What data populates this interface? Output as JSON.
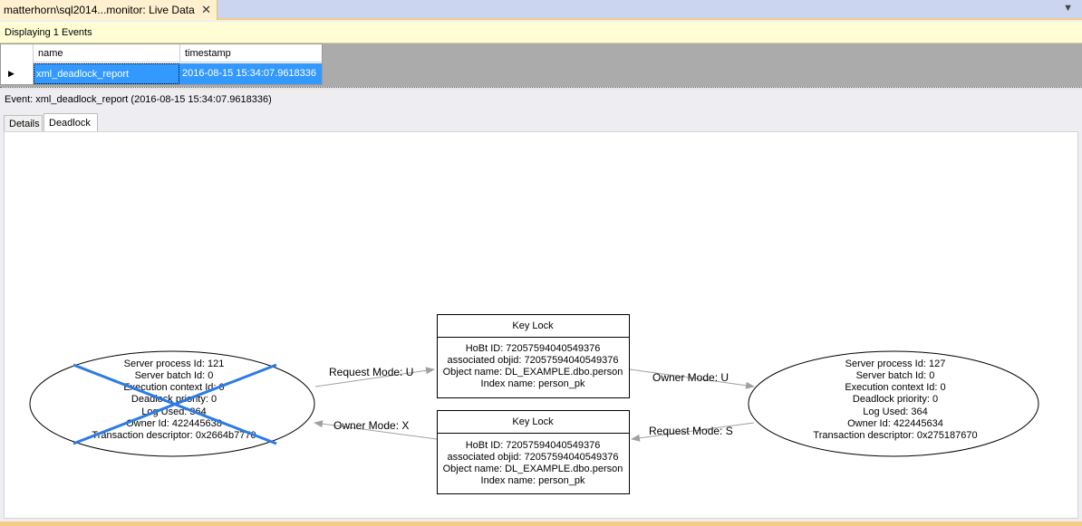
{
  "document_tab": {
    "title": "matterhorn\\sql2014...monitor: Live Data",
    "close": "✕"
  },
  "status": {
    "text": "Displaying 1 Events"
  },
  "grid": {
    "headers": [
      "name",
      "timestamp"
    ],
    "rows": [
      {
        "name": "xml_deadlock_report",
        "timestamp": "2016-08-15 15:34:07.9618336"
      }
    ]
  },
  "event_label": "Event: xml_deadlock_report (2016-08-15 15:34:07.9618336)",
  "tabs": [
    {
      "label": "Details"
    },
    {
      "label": "Deadlock"
    }
  ],
  "deadlock": {
    "victim_process": {
      "lines": [
        "Server process Id: 121",
        "Server batch Id: 0",
        "Execution context Id: 0",
        "Deadlock priority: 0",
        "Log Used: 364",
        "Owner Id: 422445638",
        "Transaction descriptor: 0x2664b7770"
      ],
      "is_victim": true
    },
    "other_process": {
      "lines": [
        "Server process Id: 127",
        "Server batch Id: 0",
        "Execution context Id: 0",
        "Deadlock priority: 0",
        "Log Used: 364",
        "Owner Id: 422445634",
        "Transaction descriptor: 0x275187670"
      ]
    },
    "lock_top": {
      "title": "Key Lock",
      "lines": [
        "HoBt ID: 72057594040549376",
        "associated objid: 72057594040549376",
        "Object name: DL_EXAMPLE.dbo.person",
        "Index name: person_pk"
      ]
    },
    "lock_bottom": {
      "title": "Key Lock",
      "lines": [
        "HoBt ID: 72057594040549376",
        "associated objid: 72057594040549376",
        "Object name: DL_EXAMPLE.dbo.person",
        "Index name: person_pk"
      ]
    },
    "edges": {
      "victim_request": "Request Mode: U",
      "top_owner": "Owner Mode: U",
      "other_request": "Request Mode: S",
      "bottom_owner": "Owner Mode: X"
    }
  }
}
